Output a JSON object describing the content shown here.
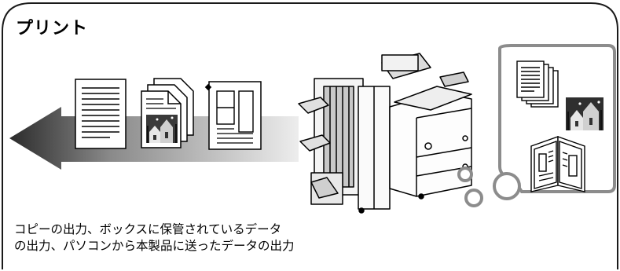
{
  "title": "プリント",
  "caption": {
    "line1": "コピーの出力、ボックスに保管されているデータ",
    "line2": "の出力、パソコンから本製品に送ったデータの出力"
  },
  "icons": [
    "arrow-icon",
    "text-document-icon",
    "stacked-photo-document-icon",
    "layout-document-icon",
    "printer-machine-icon",
    "document-stack-icon",
    "photo-icon",
    "booklet-icon"
  ],
  "colors": {
    "frame": "#1a1a1a",
    "bubble": "#8c8c8c",
    "arrow_dark": "#2b2b2b",
    "arrow_light": "#e6e6e6"
  }
}
